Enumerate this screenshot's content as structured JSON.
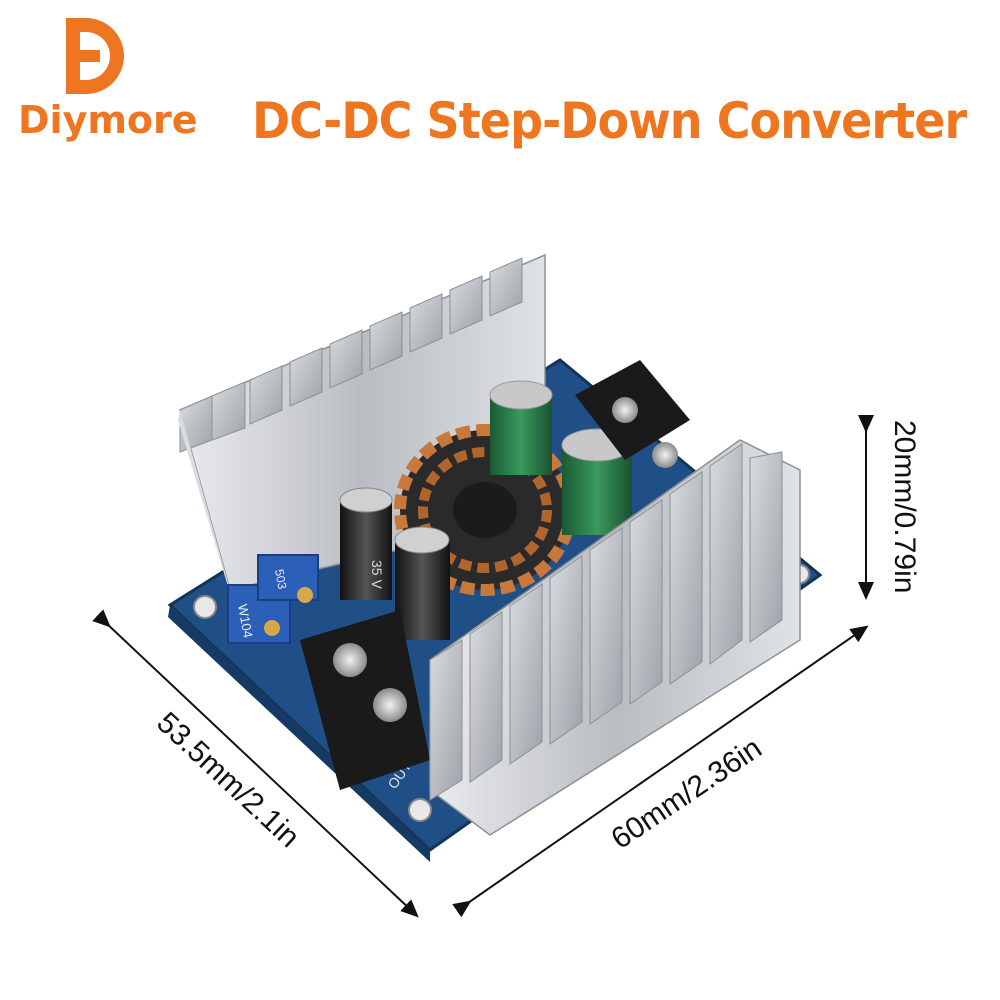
{
  "brand": {
    "name": "Diymore",
    "color": "#ee7621",
    "logo_icon": "diymore-d-logo-icon"
  },
  "title": "DC-DC Step-Down Converter",
  "board_markings": {
    "cap_value": "35 V",
    "pot_code": "W104",
    "pot_code_2": "503",
    "output_label": "OUT +"
  },
  "dimensions": {
    "height": "20mm/0.79in",
    "width": "60mm/2.36in",
    "depth": "53.5mm/2.1in"
  },
  "colors": {
    "pcb": "#1f4f86",
    "heatsink": "#c9ccd0",
    "copper": "#c7783a",
    "capacitor_green": "#2f7a4a",
    "terminal": "#1a1a1a"
  }
}
